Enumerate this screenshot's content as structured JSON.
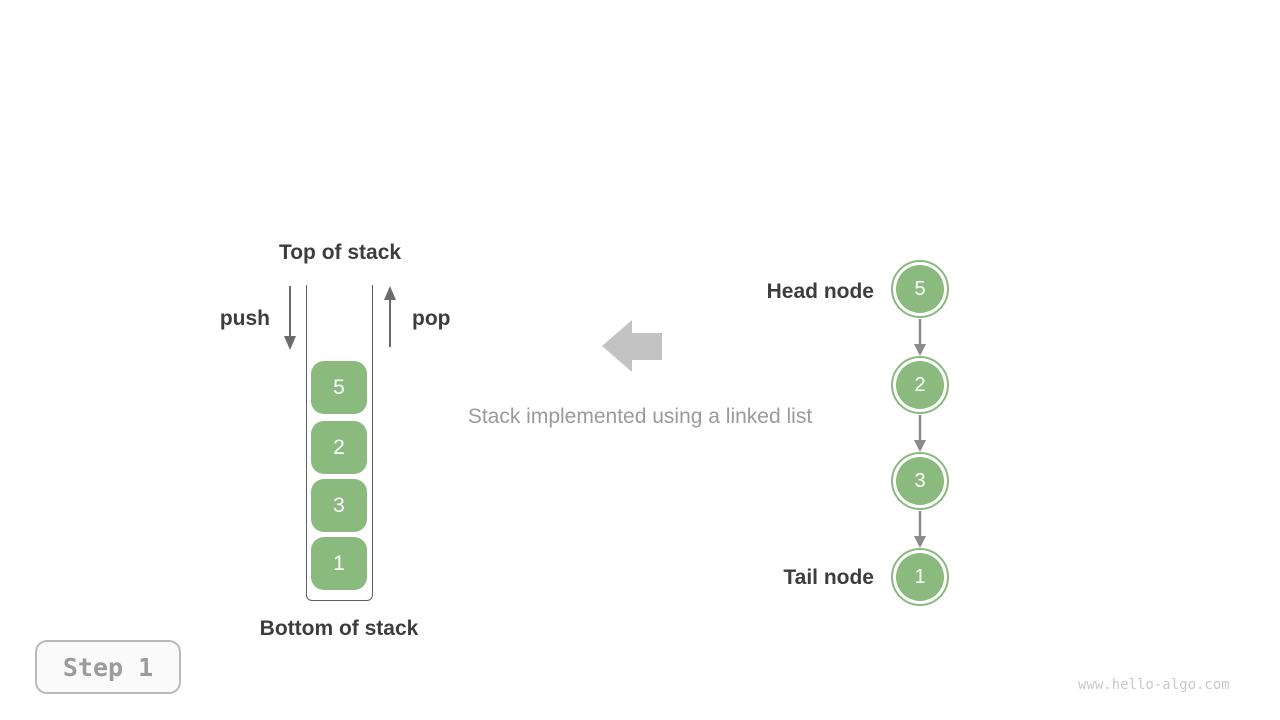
{
  "stack_diagram": {
    "top_label": "Top of stack",
    "bottom_label": "Bottom of stack",
    "push_label": "push",
    "pop_label": "pop",
    "items": [
      "5",
      "2",
      "3",
      "1"
    ]
  },
  "caption": {
    "text": "Stack implemented using a linked list"
  },
  "linked_list": {
    "head_label": "Head node",
    "tail_label": "Tail node",
    "nodes": [
      "5",
      "2",
      "3",
      "1"
    ]
  },
  "step_badge": {
    "label": "Step 1"
  },
  "watermark": {
    "text": "www.hello-algo.com"
  },
  "colors": {
    "node_green": "#8aba7e",
    "label_dark": "#3d3d3d",
    "caption_gray": "#9a9a9a",
    "pushpop_arrow_gray": "#6b6b6b",
    "link_arrow_gray": "#8c8c8c",
    "block_arrow_gray": "#c3c3c3",
    "container_border": "#5f5f5f",
    "badge_border": "#b9b9b9",
    "badge_bg": "#fafafa",
    "badge_text": "#9b9b9b",
    "watermark_gray": "#c9c9c9"
  }
}
